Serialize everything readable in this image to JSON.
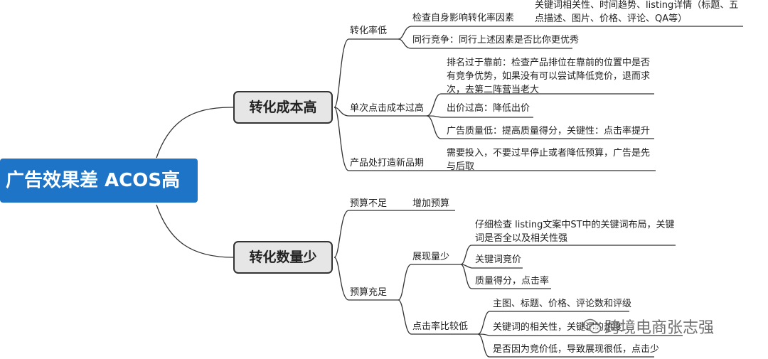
{
  "root": "广告效果差 ACOS高",
  "branches": {
    "high_cost": {
      "title": "转化成本高",
      "low_conversion": {
        "label": "转化率低",
        "check_self": "检查自身影响转化率因素",
        "check_self_detail": "关键词相关性、时间趋势、listing详情（标题、五点描述、图片、价格、评论、QA等）",
        "peer": "同行竞争：同行上述因素是否比你更优秀"
      },
      "high_cpc": {
        "label": "单次点击成本过高",
        "rank_top": "排名过于靠前：检查产品排位在靠前的位置中是否有竞争优势，如果没有可以尝试降低竞价，退而求次，去第二阵营当老大",
        "bid_high": "出价过高：降低出价",
        "quality_low": "广告质量低：提高质量得分，关键性：点击率提升"
      },
      "new_product": {
        "label": "产品处打造新品期",
        "advice": "需要投入，不要过早停止或者降低预算，广告是先与后取"
      }
    },
    "low_volume": {
      "title": "转化数量少",
      "budget_short": {
        "label": "预算不足",
        "action": "增加预算"
      },
      "budget_enough": {
        "label": "预算充足",
        "low_impressions": {
          "label": "展现量少",
          "keyword_layout": "仔细检查 listing文案中ST中的关键词布局，关键词是否全以及相关性强",
          "keyword_bid": "关键词竞价",
          "quality_ctr": "质量得分，点击率"
        },
        "low_ctr": {
          "label": "点击率比较低",
          "main_image": "主图、标题、价格、评论数和评级",
          "keyword_relevance": "关键词的相关性，关键词的热度",
          "low_bid": "是否因为竞价低，导致展现很低，点击少"
        }
      }
    }
  },
  "watermark": "跨境电商张志强",
  "colors": {
    "root_bg": "#1e74c7",
    "node_bg": "#e6e6e6",
    "line": "#333333"
  }
}
